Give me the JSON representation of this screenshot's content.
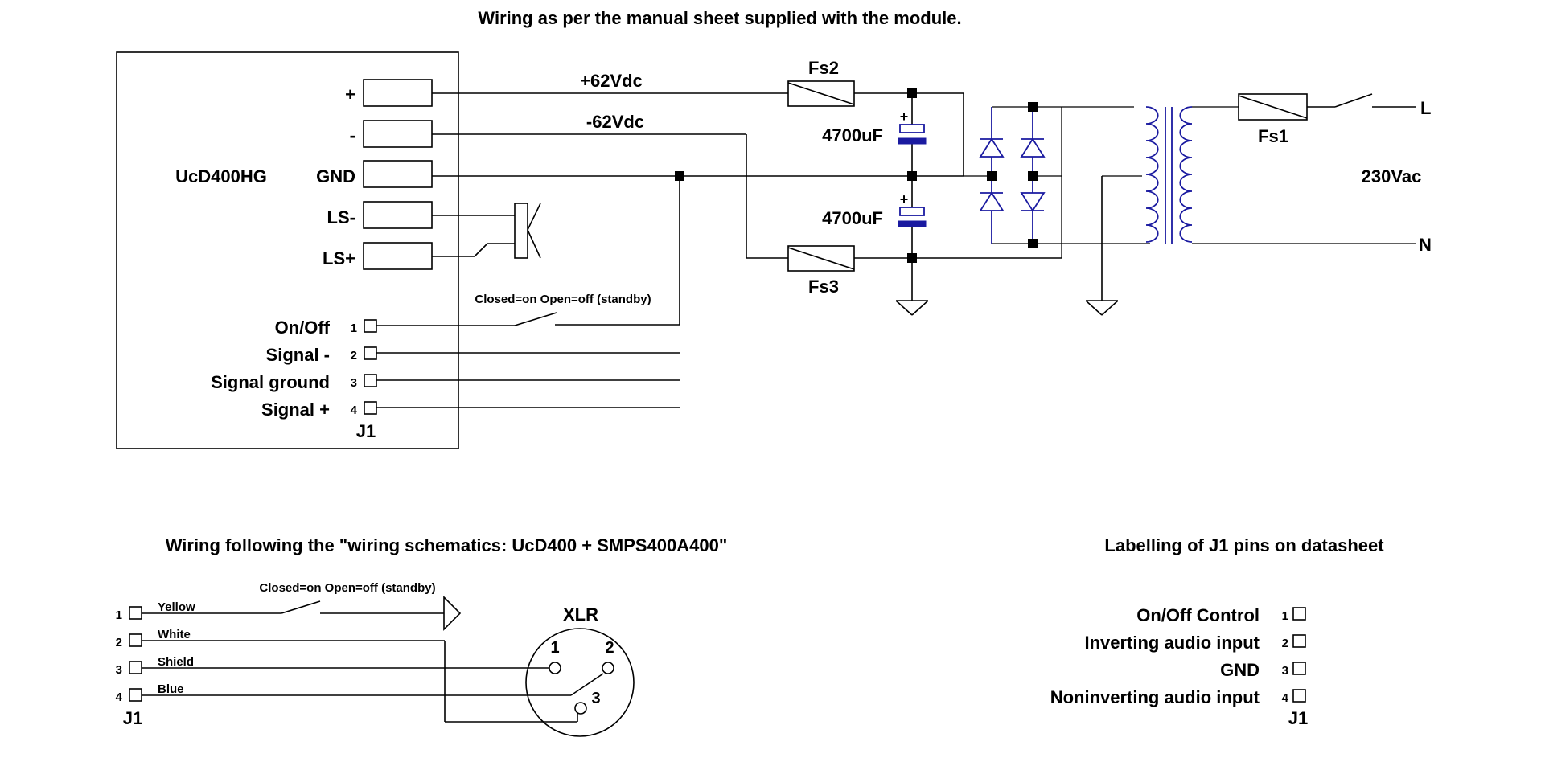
{
  "headings": {
    "top": "Wiring as per the manual sheet supplied with the module.",
    "bottom_left": "Wiring following the \"wiring schematics: UcD400 + SMPS400A400\"",
    "bottom_right": "Labelling of J1 pins on datasheet"
  },
  "module": {
    "name": "UcD400HG",
    "terminals": [
      "+",
      "-",
      "GND",
      "LS-",
      "LS+"
    ],
    "j1_label": "J1",
    "j1_pins": [
      {
        "num": "1",
        "label": "On/Off"
      },
      {
        "num": "2",
        "label": "Signal -"
      },
      {
        "num": "3",
        "label": "Signal ground"
      },
      {
        "num": "4",
        "label": "Signal +"
      }
    ]
  },
  "rails": {
    "positive": "+62Vdc",
    "negative": "-62Vdc"
  },
  "switch_label": "Closed=on Open=off (standby)",
  "fuses": {
    "fs1": "Fs1",
    "fs2": "Fs2",
    "fs3": "Fs3"
  },
  "capacitors": {
    "c1": "4700uF",
    "c2": "4700uF",
    "plus": "+"
  },
  "mains": {
    "voltage": "230Vac",
    "line": "L",
    "neutral": "N"
  },
  "bottom_left": {
    "pins": [
      {
        "num": "1",
        "wire": "Yellow"
      },
      {
        "num": "2",
        "wire": "White"
      },
      {
        "num": "3",
        "wire": "Shield"
      },
      {
        "num": "4",
        "wire": "Blue"
      }
    ],
    "j1_label": "J1",
    "switch_label": "Closed=on Open=off (standby)",
    "xlr_label": "XLR",
    "xlr_pins": [
      "1",
      "2",
      "3"
    ]
  },
  "bottom_right": {
    "pins": [
      {
        "num": "1",
        "label": "On/Off Control"
      },
      {
        "num": "2",
        "label": "Inverting audio input"
      },
      {
        "num": "3",
        "label": "GND"
      },
      {
        "num": "4",
        "label": "Noninverting audio input"
      }
    ],
    "j1_label": "J1"
  }
}
